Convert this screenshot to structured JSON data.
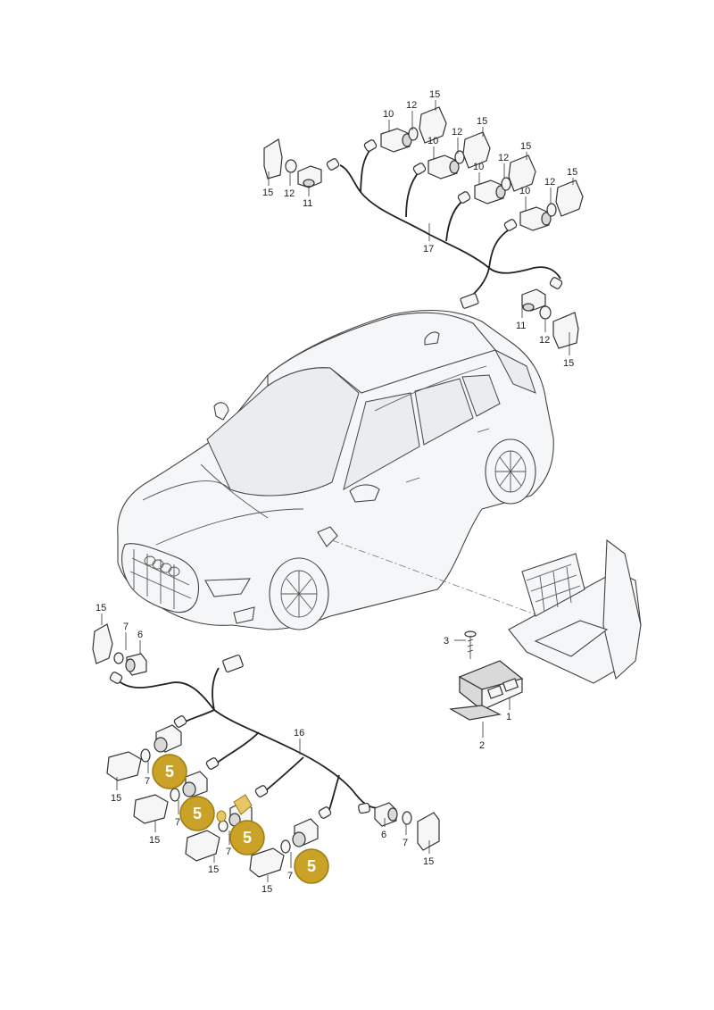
{
  "labels": {
    "rear_harness": "17",
    "front_harness": "16",
    "control_unit": "1",
    "sticker": "2",
    "screw": "3",
    "sensor_front_a": "6",
    "sensor_front_b": "6",
    "ring_front_a": "7",
    "ring_front_b": "7",
    "ring_front_c": "7",
    "ring_front_d": "7",
    "ring_front_e": "7",
    "ring_front_f": "7",
    "sensor_rear_1": "10",
    "sensor_rear_2": "10",
    "sensor_rear_3": "10",
    "sensor_rear_4": "10",
    "sensor_rear_side_l": "11",
    "sensor_rear_side_r": "11",
    "ring_rear_1": "12",
    "ring_rear_2": "12",
    "ring_rear_3": "12",
    "ring_rear_4": "12",
    "ring_rear_side_l": "12",
    "ring_rear_side_r": "12",
    "bracket_rear_1": "15",
    "bracket_rear_2": "15",
    "bracket_rear_3": "15",
    "bracket_rear_4": "15",
    "bracket_rear_side_l": "15",
    "bracket_rear_side_r": "15",
    "bracket_front_side_l": "15",
    "bracket_front_1": "15",
    "bracket_front_2": "15",
    "bracket_front_3": "15",
    "bracket_front_4": "15",
    "bracket_front_side_r": "15"
  },
  "badges": [
    "5",
    "5",
    "5",
    "5"
  ],
  "colors": {
    "badge_fill": "#c9a227",
    "badge_stroke": "#9c7c14",
    "line": "#222222"
  }
}
